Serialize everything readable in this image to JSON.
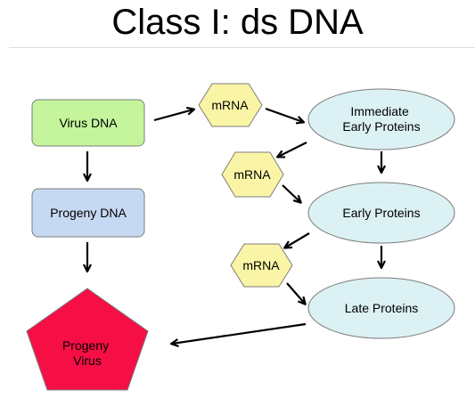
{
  "title": "Class I: ds DNA",
  "nodes": {
    "virus_dna": "Virus DNA",
    "progeny_dna": "Progeny DNA",
    "progeny_virus": [
      "Progeny",
      "Virus"
    ],
    "mrna_1": "mRNA",
    "mrna_2": "mRNA",
    "mrna_3": "mRNA",
    "immediate_early": [
      "Immediate",
      "Early Proteins"
    ],
    "early": "Early Proteins",
    "late": "Late Proteins"
  },
  "colors": {
    "virus_dna_fill": "#c4f59c",
    "progeny_dna_fill": "#c6d9f2",
    "progeny_virus_fill": "#f50f45",
    "mrna_fill": "#faf5a6",
    "protein_fill": "#dcf1f4",
    "stroke": "#7c7c7c",
    "arrow": "#000000"
  }
}
